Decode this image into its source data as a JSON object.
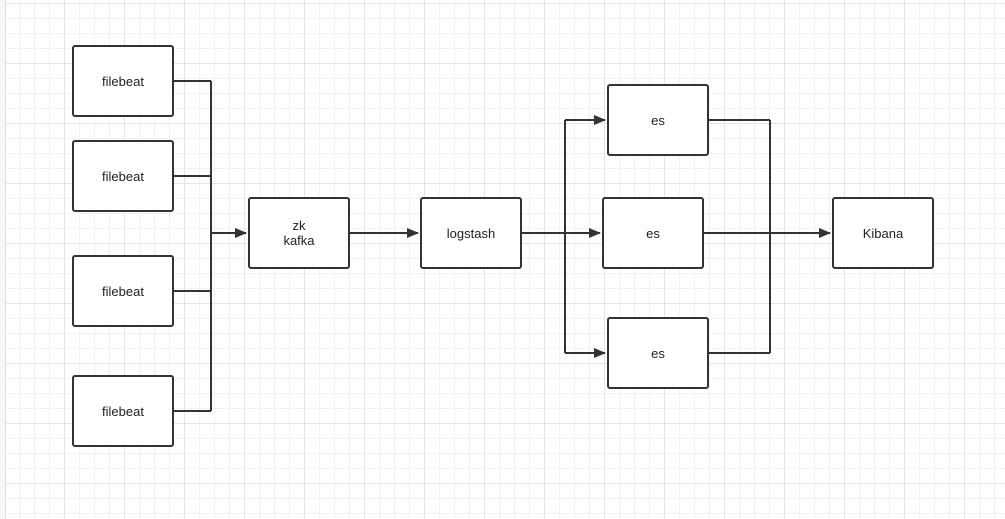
{
  "diagram": {
    "nodes": {
      "filebeat_1": "filebeat",
      "filebeat_2": "filebeat",
      "filebeat_3": "filebeat",
      "filebeat_4": "filebeat",
      "queue_line_1": "zk",
      "queue_line_2": "kafka",
      "logstash": "logstash",
      "es_1": "es",
      "es_2": "es",
      "es_3": "es",
      "kibana": "Kibana"
    },
    "edges": [
      {
        "from": "filebeat_1",
        "to": "queue"
      },
      {
        "from": "filebeat_2",
        "to": "queue"
      },
      {
        "from": "filebeat_3",
        "to": "queue"
      },
      {
        "from": "filebeat_4",
        "to": "queue"
      },
      {
        "from": "queue",
        "to": "logstash"
      },
      {
        "from": "logstash",
        "to": "es_1"
      },
      {
        "from": "logstash",
        "to": "es_2"
      },
      {
        "from": "logstash",
        "to": "es_3"
      },
      {
        "from": "es_1",
        "to": "kibana"
      },
      {
        "from": "es_2",
        "to": "kibana"
      },
      {
        "from": "es_3",
        "to": "kibana"
      }
    ],
    "colors": {
      "node_border": "#333333",
      "connector": "#333333",
      "grid": "#e4e4e4",
      "background": "#ffffff"
    }
  }
}
